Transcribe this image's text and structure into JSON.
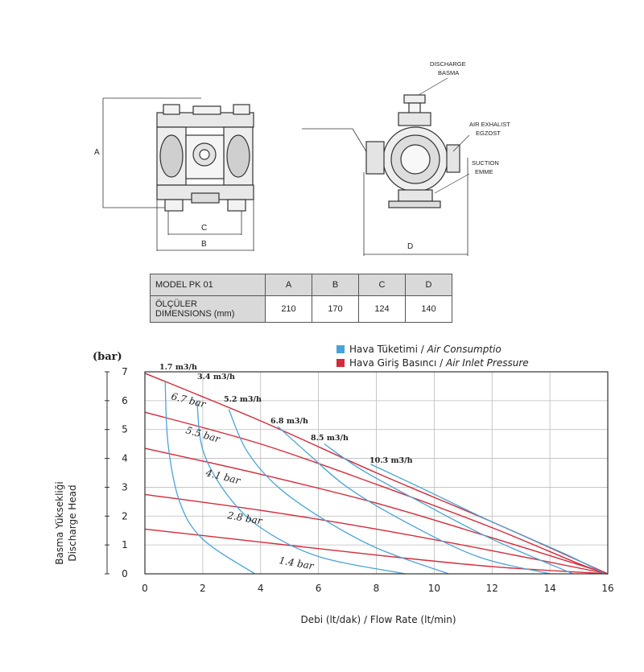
{
  "drawing": {
    "dim_a": "A",
    "dim_b": "B",
    "dim_c": "C",
    "dim_d": "D",
    "callout_discharge": [
      "DISCHARGE",
      "BASMA"
    ],
    "callout_exhaust": [
      "AIR EXHALIST",
      "EGZOST"
    ],
    "callout_suction": [
      "SUCTION",
      "EMME"
    ]
  },
  "dimensions_table": {
    "model_label": "MODEL PK 01",
    "headers": [
      "A",
      "B",
      "C",
      "D"
    ],
    "row_label_line1": "ÖLÇÜLER",
    "row_label_line2": "DIMENSIONS (mm)",
    "values": [
      "210",
      "170",
      "124",
      "140"
    ]
  },
  "chart_data": {
    "type": "line",
    "y_unit_label": "(bar)",
    "ylabel": [
      "Basma Yüksekliği",
      "Discharge Head"
    ],
    "xlabel": "Debi (lt/dak) / Flow Rate (lt/min)",
    "xlim": [
      0,
      16
    ],
    "ylim": [
      0,
      7
    ],
    "x_ticks": [
      "0",
      "2",
      "4",
      "6",
      "8",
      "10",
      "12",
      "14",
      "16"
    ],
    "y_ticks": [
      "0",
      "1",
      "2",
      "3",
      "4",
      "5",
      "6",
      "7"
    ],
    "grid": true,
    "legend_position": "top-right",
    "legend": [
      {
        "label": "Hava Tüketimi / ",
        "label_italic": "Air Consumptio",
        "color": "#4aa3d6"
      },
      {
        "label": "Hava Giriş Basıncı / ",
        "label_italic": "Air Inlet Pressure",
        "color": "#d42a3a"
      }
    ],
    "pressure_series": [
      {
        "name": "6.7 bar",
        "points": [
          [
            0,
            6.95
          ],
          [
            4,
            5.3
          ],
          [
            8,
            3.5
          ],
          [
            12,
            1.8
          ],
          [
            16,
            0
          ]
        ]
      },
      {
        "name": "5.5 bar",
        "points": [
          [
            0,
            5.6
          ],
          [
            4,
            4.5
          ],
          [
            8,
            3.1
          ],
          [
            12,
            1.6
          ],
          [
            15,
            0.35
          ],
          [
            16,
            0
          ]
        ]
      },
      {
        "name": "4.1 bar",
        "points": [
          [
            0,
            4.35
          ],
          [
            4,
            3.45
          ],
          [
            8,
            2.45
          ],
          [
            12,
            1.25
          ],
          [
            16,
            0
          ]
        ]
      },
      {
        "name": "2.8 bar",
        "points": [
          [
            0,
            2.75
          ],
          [
            4,
            2.2
          ],
          [
            8,
            1.55
          ],
          [
            12,
            0.8
          ],
          [
            16,
            0
          ]
        ]
      },
      {
        "name": "1.4 bar",
        "points": [
          [
            0,
            1.55
          ],
          [
            4,
            1.1
          ],
          [
            8,
            0.65
          ],
          [
            12,
            0.25
          ],
          [
            16,
            0
          ]
        ]
      }
    ],
    "consumption_series": [
      {
        "name": "1.7 m3/h",
        "points": [
          [
            0.7,
            6.7
          ],
          [
            0.8,
            4.5
          ],
          [
            1.2,
            2.5
          ],
          [
            2.0,
            1.2
          ],
          [
            3.8,
            0
          ]
        ]
      },
      {
        "name": "3.4 m3/h",
        "points": [
          [
            1.8,
            6.0
          ],
          [
            2.0,
            4.3
          ],
          [
            2.8,
            2.8
          ],
          [
            4.0,
            1.6
          ],
          [
            6.0,
            0.6
          ],
          [
            9.0,
            0
          ]
        ]
      },
      {
        "name": "5.2 m3/h",
        "points": [
          [
            2.9,
            5.7
          ],
          [
            3.5,
            4.3
          ],
          [
            4.5,
            3.1
          ],
          [
            6.0,
            2.0
          ],
          [
            8.0,
            0.9
          ],
          [
            10.5,
            0
          ]
        ]
      },
      {
        "name": "6.8 m3/h",
        "points": [
          [
            4.6,
            5.1
          ],
          [
            5.6,
            4.2
          ],
          [
            7.0,
            3.0
          ],
          [
            9.0,
            1.8
          ],
          [
            11.5,
            0.6
          ],
          [
            14.0,
            0
          ]
        ]
      },
      {
        "name": "8.5 m3/h",
        "points": [
          [
            6.2,
            4.5
          ],
          [
            7.5,
            3.6
          ],
          [
            9.5,
            2.5
          ],
          [
            12.0,
            1.2
          ],
          [
            14.8,
            0
          ]
        ]
      },
      {
        "name": "10.3 m3/h",
        "points": [
          [
            7.8,
            3.8
          ],
          [
            9.5,
            3.0
          ],
          [
            12.0,
            1.8
          ],
          [
            14.5,
            0.7
          ],
          [
            15.9,
            0
          ]
        ]
      }
    ],
    "pressure_labels": [
      "6.7 bar",
      "5.5 bar",
      "4.1 bar",
      "2.8 bar",
      "1.4 bar"
    ],
    "consumption_labels": [
      "1.7 m3/h",
      "3.4 m3/h",
      "5.2 m3/h",
      "6.8 m3/h",
      "8.5 m3/h",
      "10.3 m3/h"
    ]
  }
}
